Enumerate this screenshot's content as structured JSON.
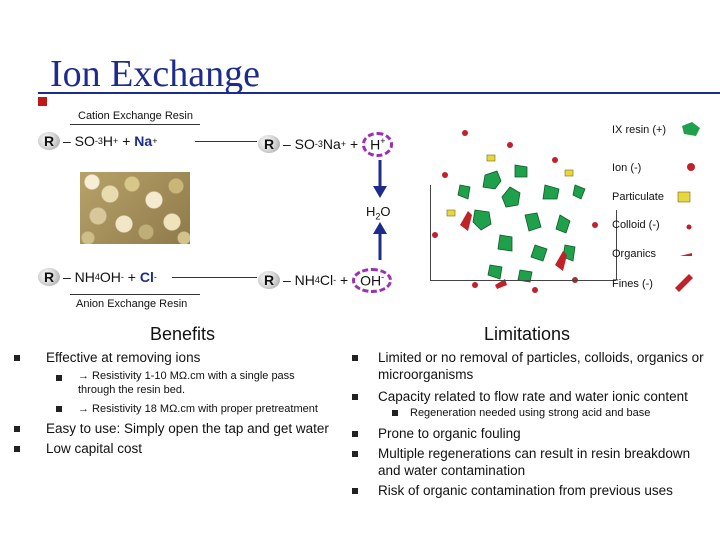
{
  "title": "Ion Exchange",
  "cation": {
    "label": "Cation Exchange Resin",
    "eq_left": {
      "r": "R",
      "part1": "– SO",
      "sup1": "-",
      "sub1": "3",
      "part2": " H",
      "sup2": "+",
      "part3": " + ",
      "na": "Na",
      "sup3": "+"
    },
    "eq_right": {
      "r": "R",
      "part1": "– SO",
      "sup1": "-",
      "sub1": "3",
      "part2": " Na",
      "sup2": "+",
      "part3": " + ",
      "h": "H",
      "sup3": "+"
    }
  },
  "anion": {
    "label": "Anion Exchange Resin",
    "eq_left": {
      "r": "R",
      "part1": "– NH",
      "sub1": "4",
      "part2": "OH",
      "sup1": "-",
      "part3": " + ",
      "cl": "Cl",
      "sup2": "-"
    },
    "eq_right": {
      "r": "R",
      "part1": "– NH",
      "sub1": "4",
      "part2": " Cl",
      "sup1": "-",
      "part3": " + ",
      "oh": "OH",
      "sup2": "-"
    }
  },
  "water": {
    "h": "H",
    "sub": "2",
    "o": "O"
  },
  "legend": [
    {
      "label": "IX resin (+)",
      "color": "#1fa04a",
      "shape": "resin"
    },
    {
      "label": "Ion (-)",
      "color": "#c0222a",
      "shape": "ion"
    },
    {
      "label": "Particulate",
      "color": "#e8d640",
      "shape": "particulate"
    },
    {
      "label": "Colloid (-)",
      "color": "#c0222a",
      "shape": "colloid"
    },
    {
      "label": "Organics",
      "color": "#c0222a",
      "shape": "organic"
    },
    {
      "label": "Fines (-)",
      "color": "#c0222a",
      "shape": "fines"
    }
  ],
  "benefits": {
    "heading": "Benefits",
    "items": [
      {
        "text": "Effective at removing ions",
        "sub": [
          "→ Resistivity 1-10 MΩ.cm with a single pass through the resin bed.",
          "→ Resistivity 18 MΩ.cm with proper pretreatment"
        ]
      },
      {
        "text": "Easy to use: Simply open the tap and get water",
        "sub": []
      },
      {
        "text": "Low capital cost",
        "sub": []
      }
    ]
  },
  "limitations": {
    "heading": "Limitations",
    "items": [
      {
        "text": "Limited or no removal of particles, colloids, organics or microorganisms",
        "sub": []
      },
      {
        "text": "Capacity related to flow rate and water ionic content",
        "sub": [
          "Regeneration needed using strong acid and base"
        ]
      },
      {
        "text": "Prone to organic fouling",
        "sub": []
      },
      {
        "text": "Multiple regenerations can result in resin breakdown and water contamination",
        "sub": []
      },
      {
        "text": "Risk of organic contamination from previous uses",
        "sub": []
      }
    ]
  }
}
